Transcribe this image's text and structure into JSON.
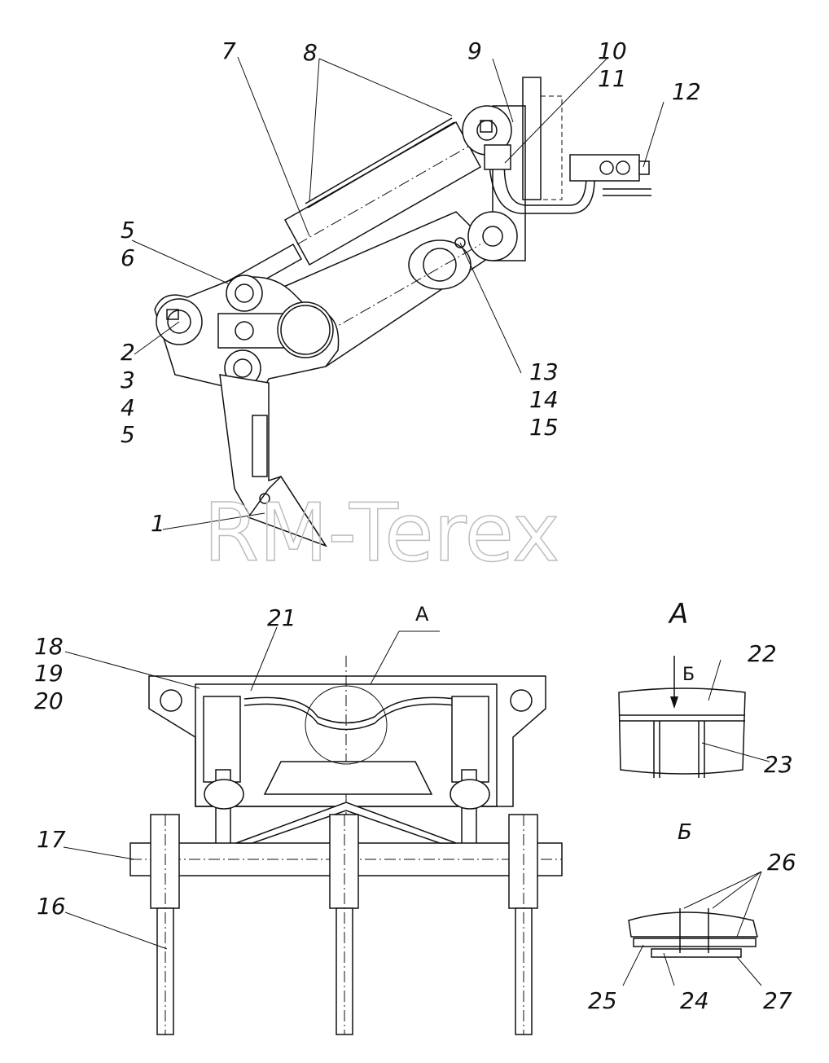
{
  "watermark": "RM-Terex",
  "views": {
    "view_a_label": "А",
    "view_b_label": "Б",
    "view_a_marker": "А",
    "view_b_marker": "Б"
  },
  "callouts": {
    "c1": "1",
    "c2": "2",
    "c3": "3",
    "c4": "4",
    "c5a": "5",
    "c5b": "5",
    "c6": "6",
    "c7": "7",
    "c8": "8",
    "c9": "9",
    "c10": "10",
    "c11": "11",
    "c12": "12",
    "c13": "13",
    "c14": "14",
    "c15": "15",
    "c16": "16",
    "c17": "17",
    "c18": "18",
    "c19": "19",
    "c20": "20",
    "c21": "21",
    "c22": "22",
    "c23": "23",
    "c24": "24",
    "c25": "25",
    "c26": "26",
    "c27": "27"
  }
}
